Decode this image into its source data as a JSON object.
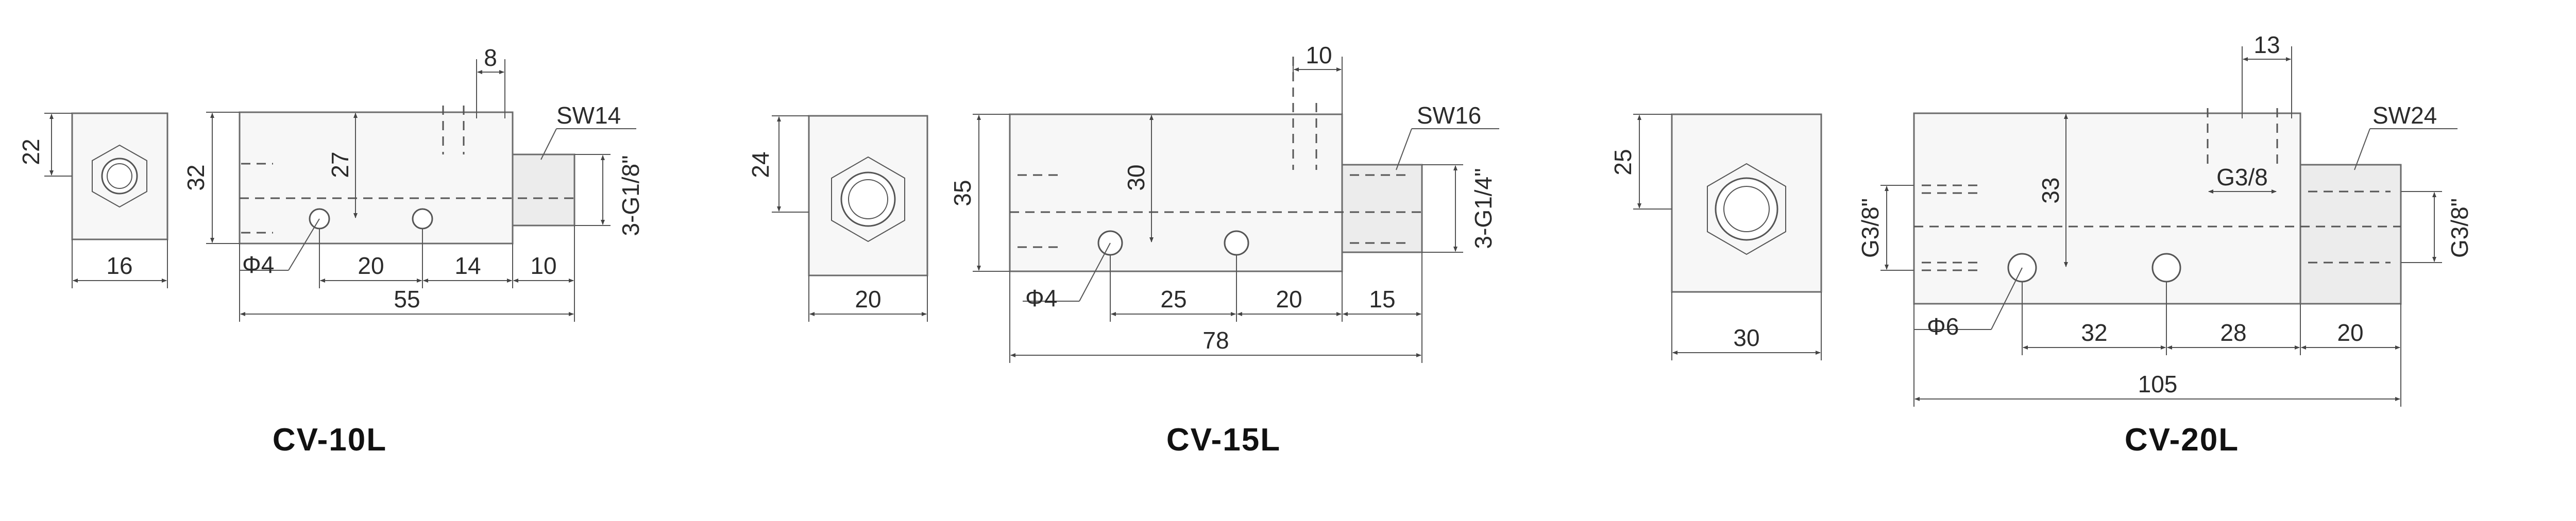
{
  "diagrams": [
    {
      "title": "CV-10L",
      "end_view": {
        "height_dim": "22",
        "width_dim": "16"
      },
      "side_view": {
        "height_dim": "32",
        "inner_height_dim": "27",
        "top_dim": "8",
        "wrench_label": "SW14",
        "thread_label": "3-G1/8\"",
        "hole_label": "Φ4",
        "spacing_1": "20",
        "spacing_2": "14",
        "port_length": "10",
        "total_length": "55"
      }
    },
    {
      "title": "CV-15L",
      "end_view": {
        "height_dim": "24",
        "width_dim": "20"
      },
      "side_view": {
        "height_dim": "35",
        "inner_height_dim": "30",
        "top_dim": "10",
        "wrench_label": "SW16",
        "thread_label": "3-G1/4\"",
        "hole_label": "Φ4",
        "spacing_1": "25",
        "spacing_2": "20",
        "port_length": "15",
        "total_length": "78"
      }
    },
    {
      "title": "CV-20L",
      "end_view": {
        "height_dim": "25",
        "width_dim": "30"
      },
      "side_view": {
        "left_thread_label": "G3/8\"",
        "inner_height_dim": "33",
        "top_dim": "13",
        "top_thread_label": "G3/8",
        "wrench_label": "SW24",
        "thread_label": "G3/8\"",
        "hole_label": "Φ6",
        "spacing_1": "32",
        "spacing_2": "28",
        "port_length": "20",
        "total_length": "105"
      }
    }
  ]
}
